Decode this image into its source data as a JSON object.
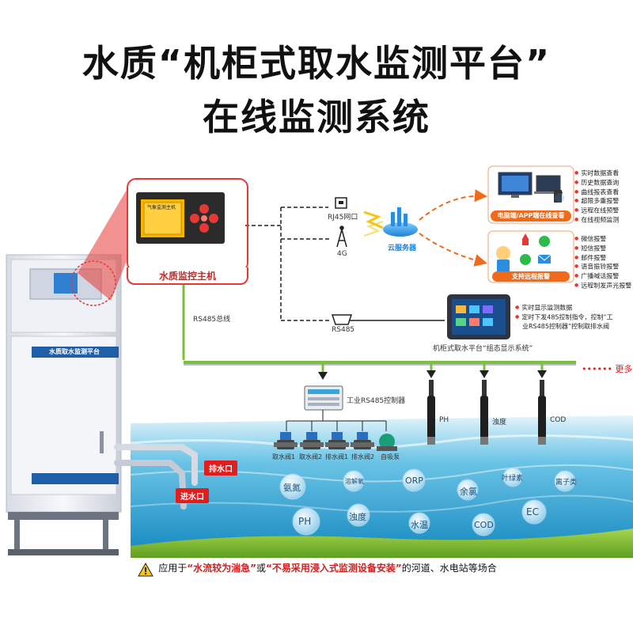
{
  "title": {
    "line1": "水质“机柜式取水监测平台”",
    "line2": "在线监测系统"
  },
  "cabinet": {
    "label": "水质取水监测平台"
  },
  "host": {
    "label": "水质监控主机",
    "screen_title": "气象监测主机"
  },
  "network": {
    "rj45": "RJ45网口",
    "g4": "4G",
    "cloud": "云服务器",
    "rs485": "RS485",
    "bus": "RS485总线",
    "more": "•••••• 更多"
  },
  "pc_panel": {
    "features": [
      "实时数据查看",
      "历史数据查询",
      "曲线报表查看",
      "超限多重报警",
      "远程在线预警",
      "在线视频监测"
    ],
    "button": "电脑端/APP端在线查看"
  },
  "alarm_panel": {
    "features": [
      "微信报警",
      "短信报警",
      "邮件报警",
      "语音振铃报警",
      "广播喊话报警",
      "远程制发声光报警"
    ],
    "button": "支持远程报警"
  },
  "display": {
    "caption": "机柜式取水平台“组态显示系统”",
    "note1": "实时显示监测数据",
    "note2a": "定时下发485控制指令，控制“工",
    "note2b": "业RS485控制器”控制取排水阀"
  },
  "controller": {
    "label": "工业RS485控制器",
    "valves": [
      "取水阀1",
      "取水阀2",
      "排水阀1",
      "排水阀2",
      "自吸泵"
    ]
  },
  "sensors": [
    "PH",
    "浊度",
    "COD"
  ],
  "tags": {
    "drain": "排水口",
    "inlet": "进水口"
  },
  "bubbles": [
    "氨氮",
    "溶解氧",
    "ORP",
    "余氯",
    "叶绿素",
    "离子类",
    "PH",
    "浊度",
    "水温",
    "COD",
    "EC"
  ],
  "footer": {
    "prefix": "应用于",
    "q1": "“水流较为湍急”",
    "mid": "或",
    "q2": "“不易采用浸入式监测设备安装”",
    "suffix": "的河道、水电站等场合"
  },
  "colors": {
    "accent": "#e53935",
    "orange": "#f06a1b",
    "water": "#3aa7d8",
    "grass": "#7dbb2e"
  }
}
